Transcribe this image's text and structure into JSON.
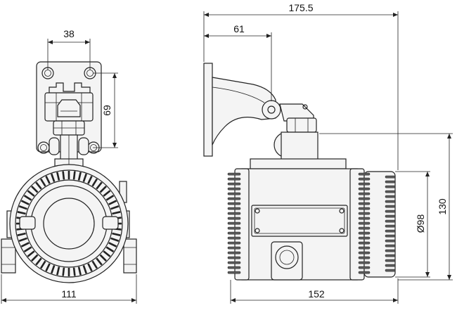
{
  "drawing": {
    "front_view": {
      "dim_bracket_width": "38",
      "dim_bracket_height": "69",
      "dim_total_width": "111"
    },
    "side_view": {
      "dim_overall_length": "175.5",
      "dim_pivot_offset": "61",
      "dim_body_length": "152",
      "dim_cap_diameter": "Ø98",
      "dim_total_height": "130"
    }
  },
  "colors": {
    "line": "#222222",
    "fill": "#f4f4f4",
    "fin_dark": "#5a5a5a"
  }
}
